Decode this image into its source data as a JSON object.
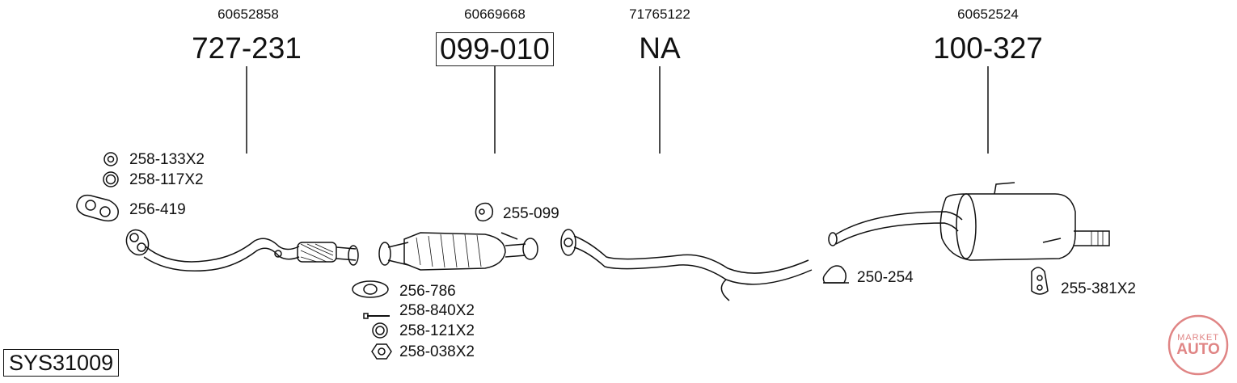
{
  "oem_numbers": [
    "60652858",
    "60669668",
    "71765122",
    "60652524"
  ],
  "part_numbers": [
    "727-231",
    "099-010",
    "NA",
    "100-327"
  ],
  "labels": {
    "l1": "258-133X2",
    "l2": "258-117X2",
    "l3": "256-419",
    "l4": "255-099",
    "l5": "256-786",
    "l6": "258-840X2",
    "l7": "258-121X2",
    "l8": "258-038X2",
    "l9": "250-254",
    "l10": "255-381X2"
  },
  "system_id": "SYS31009",
  "watermark": {
    "top": "MARKET",
    "main": "AUTO"
  }
}
